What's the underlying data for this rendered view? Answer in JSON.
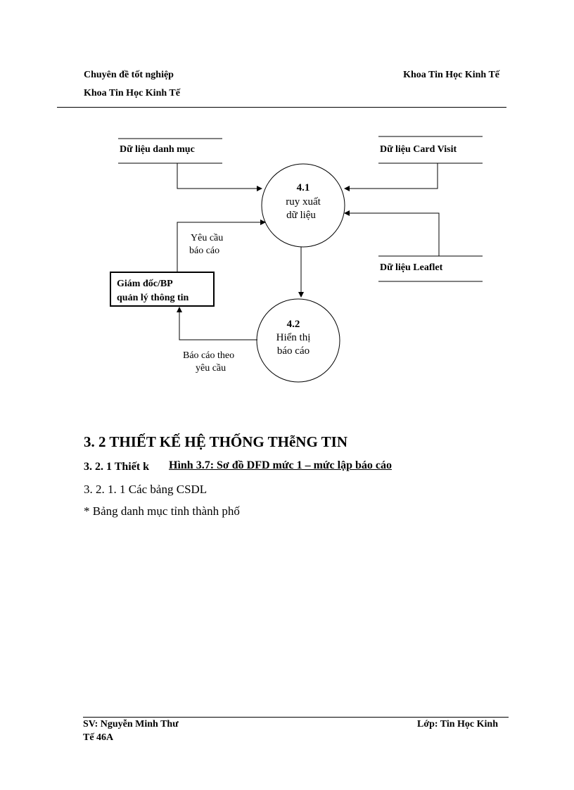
{
  "header": {
    "left_line1": "Chuyên  đề tốt nghiệp",
    "left_line2": "Khoa  Tin  Học Kinh  Tế",
    "right": "Khoa  Tin  Học Kinh  Tế"
  },
  "diagram": {
    "stores": {
      "danh_muc": "Dữ liệu danh mục",
      "card_visit": "Dữ liệu Card  Visit",
      "leaflet": "Dữ liệu Leaflet"
    },
    "process_1": {
      "id": "4.1",
      "line1": "ruy  xuất",
      "line2": "dữ  liệu"
    },
    "process_2": {
      "id": "4.2",
      "line1": "Hiển thị",
      "line2": "báo cáo"
    },
    "entity": {
      "line1": "Giám  đốc/BP",
      "line2": "quản  lý thông  tin"
    },
    "flows": {
      "request_line1": "Yêu cầu",
      "request_line2": "báo cáo",
      "report_line1": "Báo cáo theo",
      "report_line2": "yêu cầu"
    }
  },
  "content": {
    "heading_32": "3. 2 THIẾT  KẾ HỆ THỐNG  THễNG TIN",
    "heading_321": "3. 2. 1 Thiết k",
    "caption": "Hình 3.7: Sơ đồ DFD mức 1 – mức lập báo cáo",
    "heading_3211": "3. 2. 1. 1 Các bảng CSDL",
    "bullet": "* Bảng danh mục tỉnh thành phố"
  },
  "footer": {
    "left_line1": "SV:  Nguyễn Minh  Thư",
    "left_line2": "Tế 46A",
    "right": "Lớp:  Tin  Học Kinh"
  }
}
